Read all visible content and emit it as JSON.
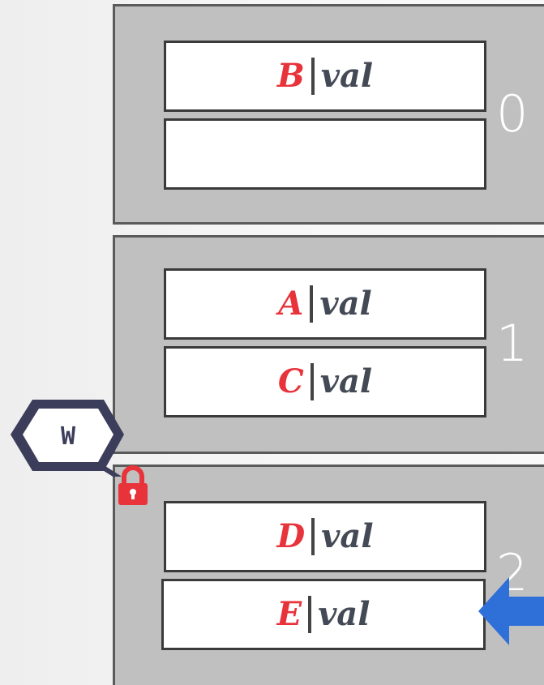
{
  "buckets": [
    {
      "index": "0",
      "slots": [
        {
          "key": "B",
          "value": "val"
        },
        null
      ]
    },
    {
      "index": "1",
      "slots": [
        {
          "key": "A",
          "value": "val"
        },
        {
          "key": "C",
          "value": "val"
        }
      ]
    },
    {
      "index": "2",
      "slots": [
        {
          "key": "D",
          "value": "val"
        },
        {
          "key": "E",
          "value": "val"
        }
      ]
    }
  ],
  "latch": {
    "mode": "W"
  },
  "colors": {
    "key": "#e8333b",
    "lock": "#e8333b",
    "arrow": "#2f6fd8",
    "latch_border": "#3b3d5a"
  },
  "icons": {
    "lock": "padlock-icon",
    "arrow": "left-arrow-icon"
  }
}
